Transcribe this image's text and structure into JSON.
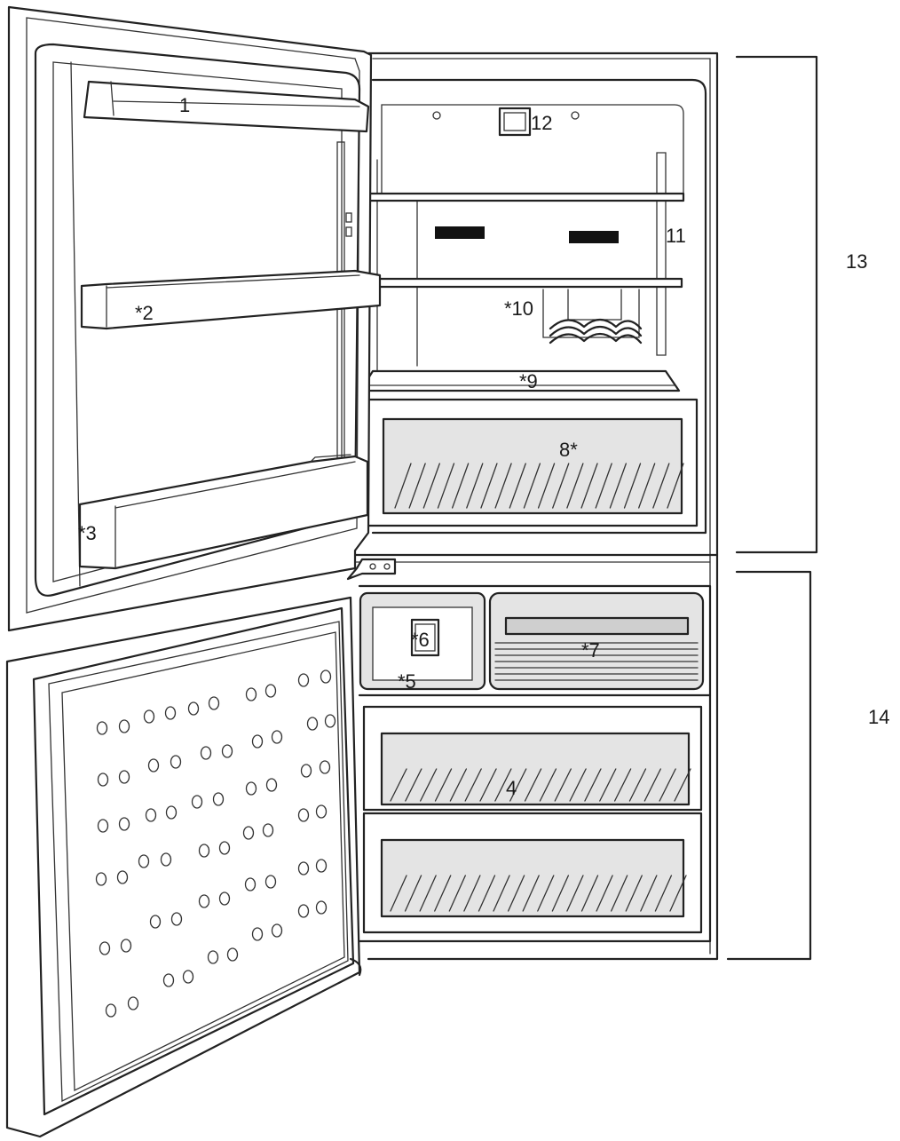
{
  "labels": {
    "l1": "1",
    "l2": "*2",
    "l3": "*3",
    "l4": "4",
    "l5": "*5",
    "l6": "*6",
    "l7": "*7",
    "l8": "8*",
    "l9": "*9",
    "l10": "*10",
    "l11": "11",
    "l12": "12",
    "l13": "13",
    "l14": "14"
  },
  "colors": {
    "line": "#222222",
    "drawer_fill": "#e4e4e4",
    "background": "#ffffff"
  }
}
